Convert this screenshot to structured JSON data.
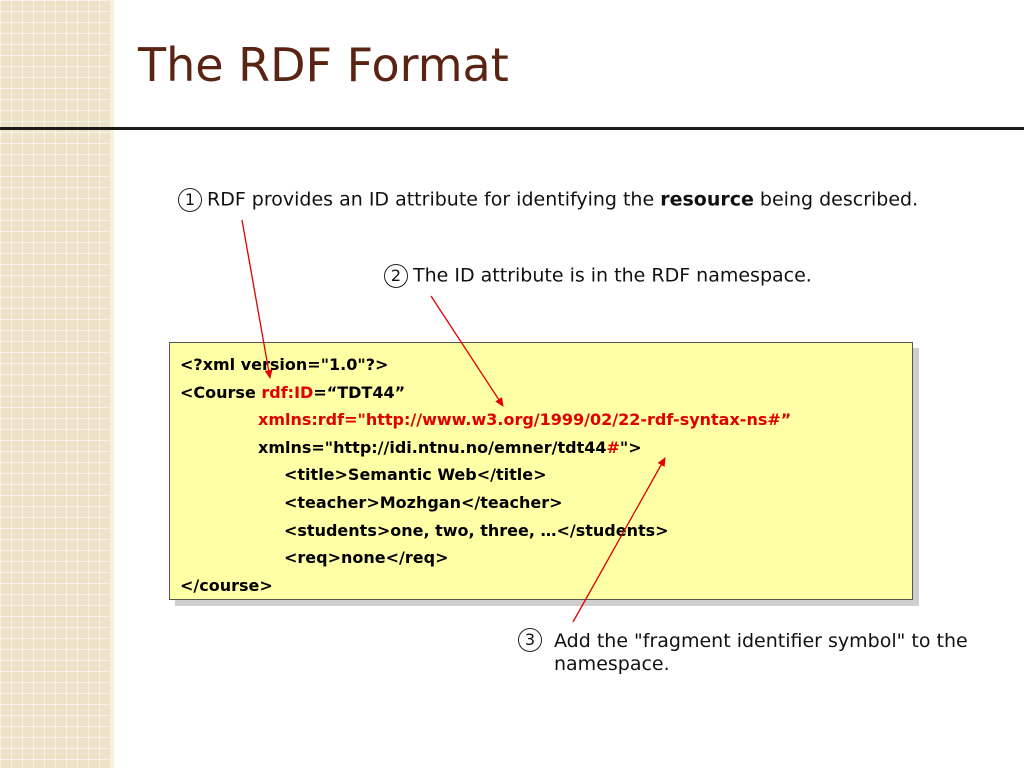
{
  "slide": {
    "title": "The RDF Format"
  },
  "notes": {
    "n1": {
      "num": "1",
      "text_before": "RDF provides an ID attribute for identifying the ",
      "bold": "resource",
      "text_after": " being described."
    },
    "n2": {
      "num": "2",
      "text": "The ID attribute is in the RDF namespace."
    },
    "n3": {
      "num": "3",
      "text": "Add the \"fragment identifier symbol\" to the namespace."
    }
  },
  "code": {
    "l1": "<?xml version=\"1.0\"?>",
    "l2_a": "<Course ",
    "l2_b": "rdf:ID",
    "l2_c": "=“TDT44”",
    "l3": "xmlns:rdf=\"http://www.w3.org/1999/02/22-rdf-syntax-ns#”",
    "l4_a": "xmlns=\"http://idi.ntnu.no/emner/tdt44",
    "l4_b": "#",
    "l4_c": "\">",
    "l5": "<title>Semantic Web</title>",
    "l6": "<teacher>Mozhgan</teacher>",
    "l7": "<students>one, two, three, …</students>",
    "l8": "<req>none</req>",
    "l9": "</course>"
  },
  "colors": {
    "title": "#5a2413",
    "highlight": "#e00000",
    "code_bg": "#ffffa6",
    "arrow": "#e00000"
  }
}
